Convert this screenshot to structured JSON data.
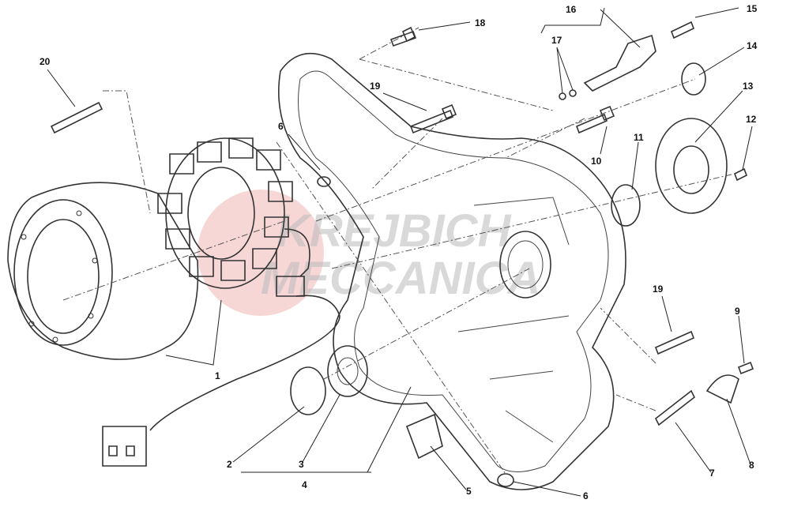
{
  "diagram": {
    "title": "Generator cover exploded view",
    "watermark": [
      "KREJBICH",
      "MECCANICA"
    ],
    "callouts": [
      "20",
      "18",
      "16",
      "15",
      "17",
      "14",
      "19",
      "6",
      "13",
      "10",
      "11",
      "12",
      "1",
      "19",
      "9",
      "2",
      "3",
      "4",
      "5",
      "6",
      "7",
      "8"
    ],
    "accent_color": "#e36a6a"
  }
}
